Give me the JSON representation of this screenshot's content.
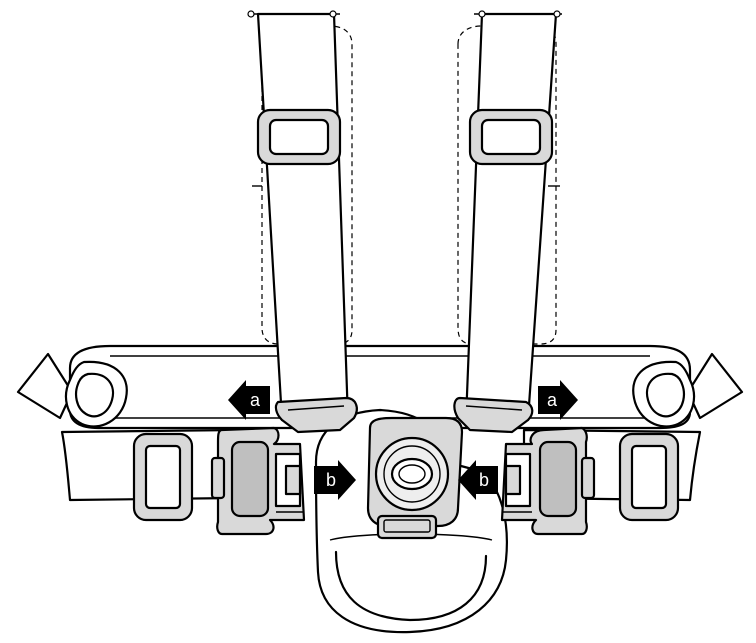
{
  "labels": {
    "left_arrow_a": "a",
    "right_arrow_a": "a",
    "left_arrow_b": "b",
    "right_arrow_b": "b"
  },
  "colors": {
    "line": "#000000",
    "strap_fill": "#ffffff",
    "buckle_fill": "#d9d9d9",
    "button_fill": "#eeeeee",
    "arrow_fill": "#000000",
    "label_text": "#ffffff"
  }
}
